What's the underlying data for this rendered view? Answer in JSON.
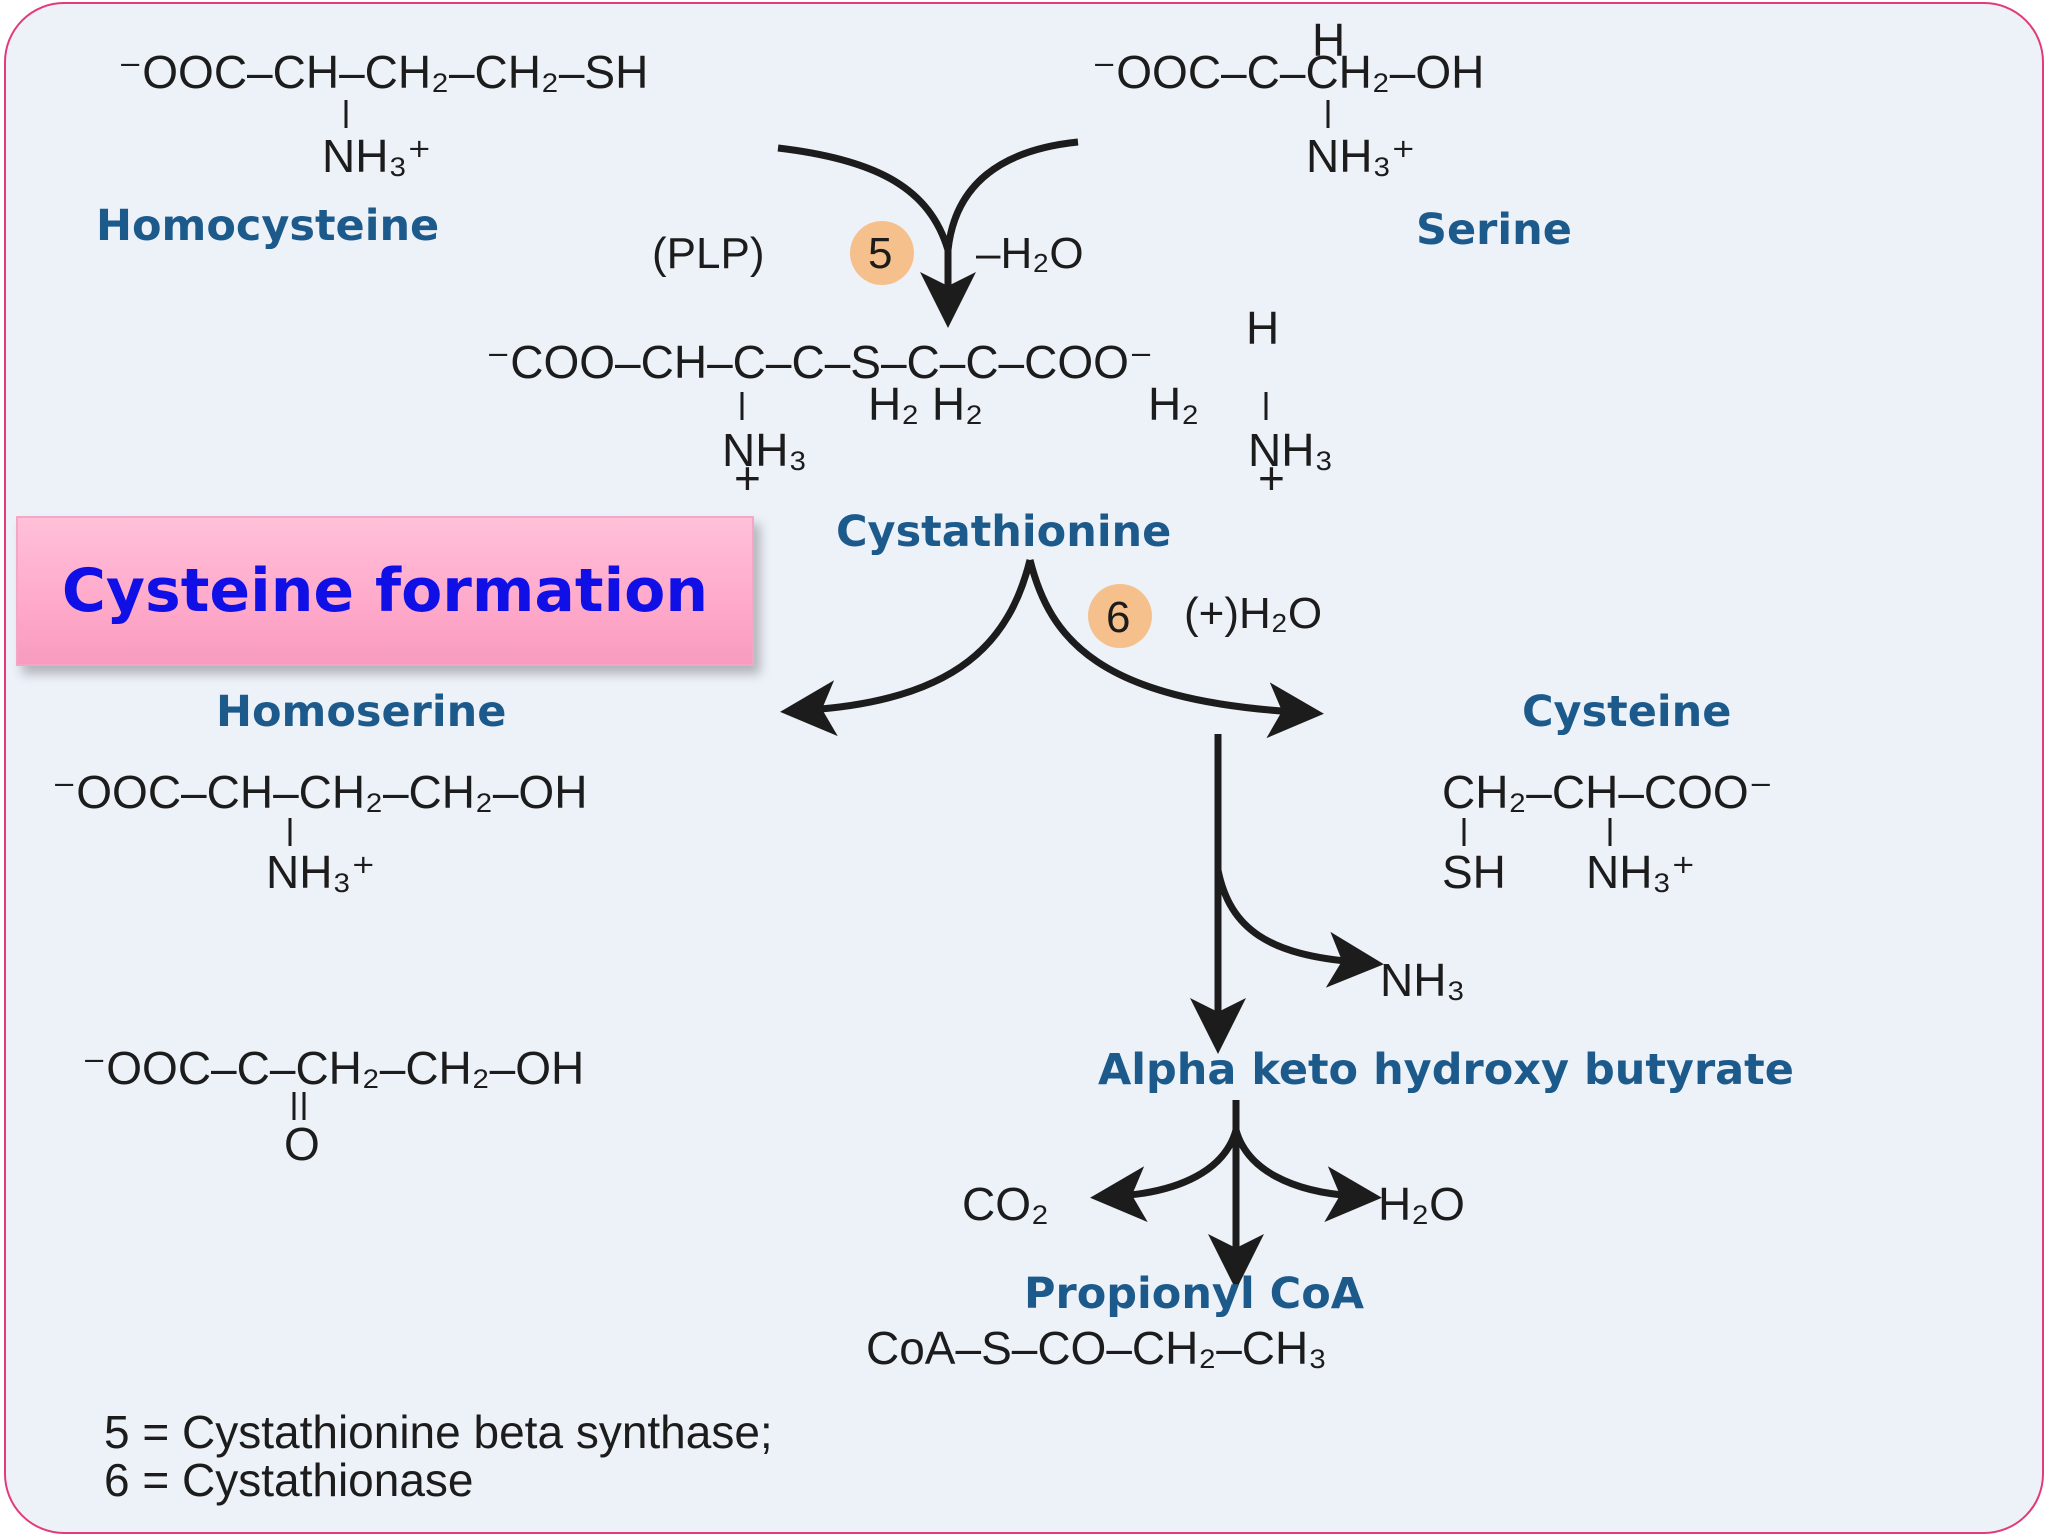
{
  "title": "Cysteine formation",
  "labels": {
    "homocysteine": "Homocysteine",
    "serine": "Serine",
    "cystathionine": "Cystathionine",
    "homoserine": "Homoserine",
    "cysteine": "Cysteine",
    "alpha_keto": "Alpha keto hydroxy butyrate",
    "propionyl": "Propionyl CoA"
  },
  "steps": {
    "step5": {
      "cofactor": "(PLP)",
      "number": "5",
      "byproduct": "–H₂O"
    },
    "step6": {
      "number": "6",
      "reagent": "(+)H₂O"
    }
  },
  "byproducts": {
    "nh3": "NH₃",
    "co2": "CO₂",
    "h2o": "H₂O"
  },
  "formulas": {
    "homocysteine": "⁻OOC–CH–CH₂–CH₂–SH",
    "homocysteine_sub": "NH₃⁺",
    "serine_h": "H",
    "serine": "⁻OOC–C–CH₂–OH",
    "serine_sub": "NH₃⁺",
    "cystathionine_h": "H",
    "cystathionine": "⁻COO–CH–C–C–S–C–C–COO⁻",
    "cystathionine_h2": "H₂ H₂",
    "cystathionine_h2b": "H₂",
    "cystathionine_nh3_left": "NH₃",
    "cystathionine_nh3_right": "NH₃",
    "plus": "+",
    "homoserine": "⁻OOC–CH–CH₂–CH₂–OH",
    "homoserine_sub": "NH₃⁺",
    "ketobutyrate": "⁻OOC–C–CH₂–CH₂–OH",
    "ketobutyrate_sub": "O",
    "cysteine": "CH₂–CH–COO⁻",
    "cysteine_sh": "SH",
    "cysteine_nh3": "NH₃⁺",
    "propionyl": "CoA–S–CO–CH₂–CH₃"
  },
  "legend": [
    "5 = Cystathionine beta synthase;",
    "6 = Cystathionase"
  ],
  "colors": {
    "frame": "#e23b7a",
    "name_text": "#1d5a8c",
    "title_text": "#1010e6",
    "circle": "#f6c08c"
  }
}
